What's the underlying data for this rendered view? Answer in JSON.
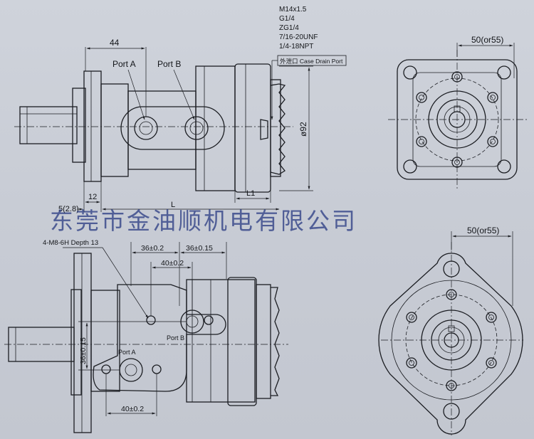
{
  "top_view": {
    "dim_44": "44",
    "port_a": "Port A",
    "port_b": "Port B",
    "thread_specs": [
      "M14x1.5",
      "G1/4",
      "ZG1/4",
      "7/16-20UNF",
      "1/4-18NPT"
    ],
    "case_drain": "外泄口 Case Drain Port",
    "dim_diameter": "ø92",
    "dim_12": "12",
    "dim_5": "5(2.8)",
    "dim_l": "L",
    "dim_l1": "L1",
    "dim_50": "50(or55)"
  },
  "bottom_view": {
    "bolt_spec": "4-M8-6H Depth 13",
    "dim_36a": "36±0.2",
    "dim_36b": "36±0.15",
    "dim_40_top": "40±0.2",
    "dim_36_vertical": "36±0.15",
    "port_a": "Port A",
    "port_b": "Port B",
    "dim_40_bottom": "40±0.2",
    "dim_50": "50(or55)"
  },
  "watermark": "东莞市金油顺机电有限公司"
}
